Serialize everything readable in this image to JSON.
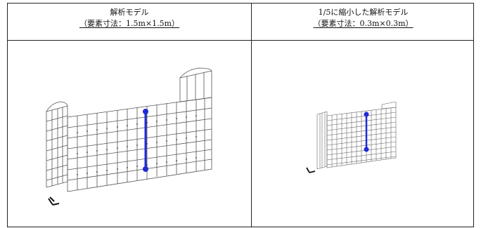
{
  "table": {
    "left_header": {
      "title": "解析モデル",
      "subtitle": "（要素寸法：1.5m×1.5m）"
    },
    "right_header": {
      "title": "1/5に縮小した解析モデル",
      "subtitle": "（要素寸法：0.3m×0.3m）"
    }
  },
  "colors": {
    "highlight_line": "#1f2bd6",
    "mesh": "#555555"
  }
}
